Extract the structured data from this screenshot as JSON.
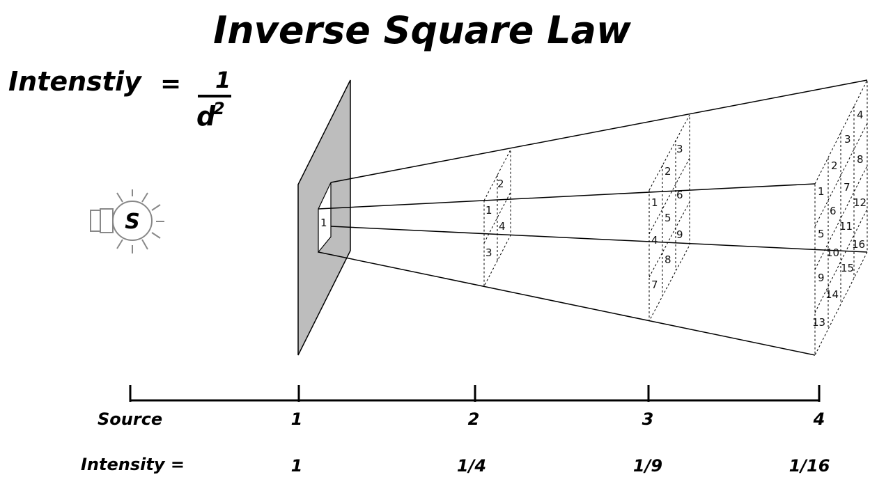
{
  "title": "Inverse Square Law",
  "formula": {
    "lhs": "Intenstiy",
    "equals": "=",
    "numerator": "1",
    "denominator_base": "d",
    "denominator_exp": "2"
  },
  "source_letter": "S",
  "row_labels": {
    "distance": "Source",
    "intensity": "Intensity ="
  },
  "distances": [
    "1",
    "2",
    "3",
    "4"
  ],
  "intensities": [
    "1",
    "1/4",
    "1/9",
    "1/16"
  ],
  "grid_numbers": {
    "d1": [
      "1"
    ],
    "d2": [
      "1",
      "2",
      "3",
      "4"
    ],
    "d3": [
      "1",
      "2",
      "3",
      "4",
      "5",
      "6",
      "7",
      "8",
      "9"
    ],
    "d4": [
      "1",
      "2",
      "3",
      "4",
      "5",
      "6",
      "7",
      "8",
      "9",
      "10",
      "11",
      "12",
      "13",
      "14",
      "15",
      "16"
    ]
  },
  "colors": {
    "panel_fill": "#bdbdbd",
    "line": "#000000",
    "bulb_stroke": "#888888"
  }
}
